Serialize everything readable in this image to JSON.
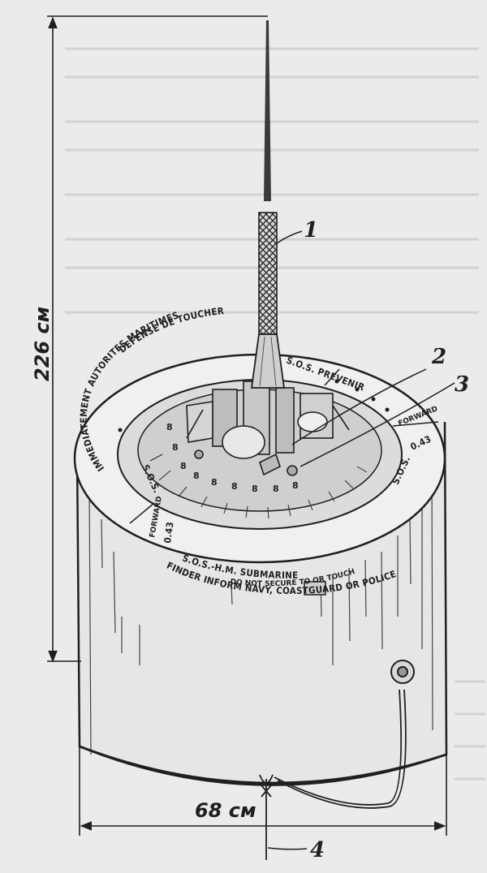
{
  "dimensions": {
    "height_label": "226 см",
    "width_label": "68 см"
  },
  "callouts": [
    "1",
    "2",
    "3",
    "4"
  ],
  "rim_text": {
    "outer_front": "S.O.S.-H.M. SUBMARINE",
    "outer_front_2": "FINDER INFORM NAVY, COASTGUARD OR POLICE",
    "outer_front_3": "DO NOT SECURE TO OR TOUCH",
    "outer_back_french": "IMMEDIATEMENT AUTORITES MARITIMES",
    "outer_back_french_2": "DEFENSE DE TOUCHER",
    "prevenir": "S.O.S. PREVENIR",
    "sos_right": "S.O.S.",
    "sos_left": "S.O.S.",
    "forward_right": "FORWARD",
    "forward_left": "FORWARD",
    "number_right": "0.43",
    "number_left": "0.43"
  },
  "dial_numbers": [
    "8",
    "8",
    "8",
    "8",
    "8",
    "8",
    "8",
    "8",
    "8"
  ]
}
